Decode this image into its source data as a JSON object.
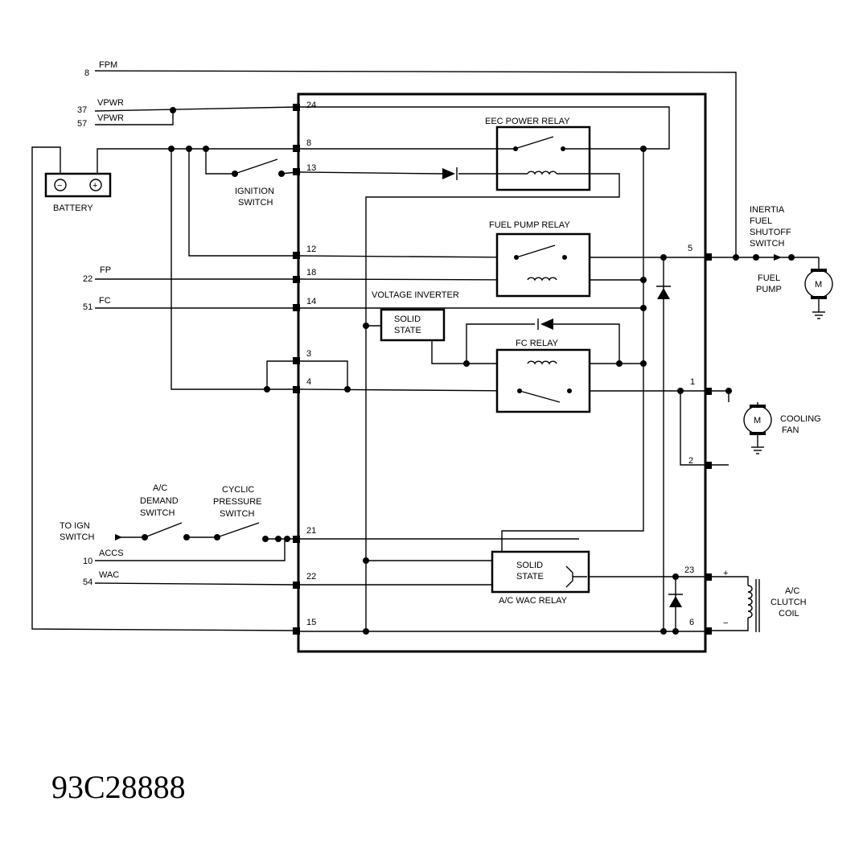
{
  "figure_code": "93C28888",
  "pins": {
    "p24": "24",
    "p8": "8",
    "p13": "13",
    "p12": "12",
    "p18": "18",
    "p14": "14",
    "p3": "3",
    "p4": "4",
    "p21": "21",
    "p22": "22",
    "p15": "15",
    "p5": "5",
    "p1": "1",
    "p2": "2",
    "p23": "23",
    "p6": "6"
  },
  "circuits": {
    "fpm_num": "8",
    "fpm": "FPM",
    "vpwr1_num": "37",
    "vpwr1": "VPWR",
    "vpwr2_num": "57",
    "vpwr2": "VPWR",
    "fp_num": "22",
    "fp": "FP",
    "fc_num": "51",
    "fc": "FC",
    "accs_num": "10",
    "accs": "ACCS",
    "wac_num": "54",
    "wac": "WAC"
  },
  "labels": {
    "battery": "BATTERY",
    "battery_neg": "−",
    "battery_pos": "+",
    "ignition_switch": [
      "IGNITION",
      "SWITCH"
    ],
    "eec_power_relay": "EEC POWER RELAY",
    "fuel_pump_relay": "FUEL PUMP RELAY",
    "voltage_inverter": "VOLTAGE INVERTER",
    "solid_state_1": [
      "SOLID",
      "STATE"
    ],
    "fc_relay": "FC RELAY",
    "inertia_switch": [
      "INERTIA",
      "FUEL",
      "SHUTOFF",
      "SWITCH"
    ],
    "fuel_pump": [
      "FUEL",
      "PUMP"
    ],
    "motor": "M",
    "cooling_fan": [
      "COOLING",
      "FAN"
    ],
    "ac_demand_switch": [
      "A/C",
      "DEMAND",
      "SWITCH"
    ],
    "cyclic_pressure_switch": [
      "CYCLIC",
      "PRESSURE",
      "SWITCH"
    ],
    "to_ign_switch": [
      "TO IGN",
      "SWITCH"
    ],
    "solid_state_2": [
      "SOLID",
      "STATE"
    ],
    "ac_wac_relay": "A/C WAC RELAY",
    "ac_clutch_coil": [
      "A/C",
      "CLUTCH",
      "COIL"
    ],
    "plus": "+",
    "minus": "−"
  }
}
